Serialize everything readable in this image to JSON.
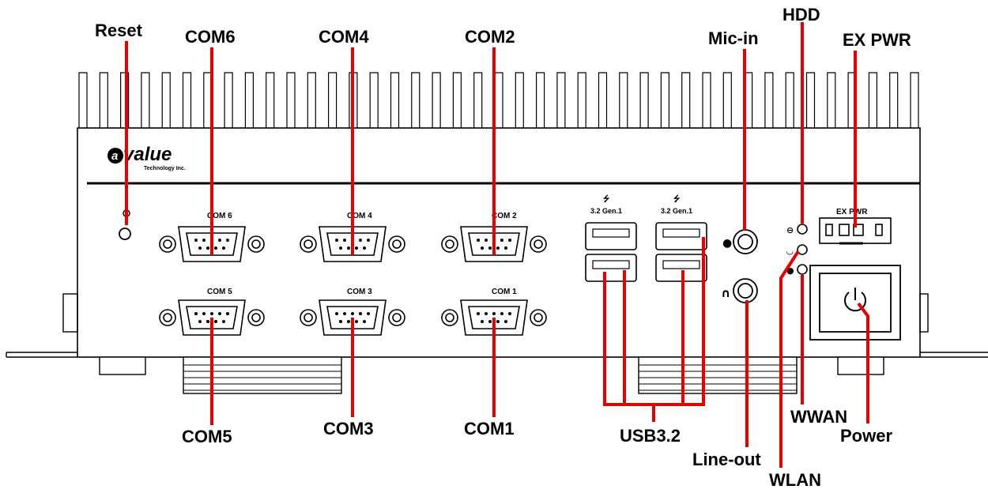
{
  "brand": {
    "logo_word": "value",
    "logo_sub": "Technology Inc.",
    "logo_mark": "a"
  },
  "panel_text": {
    "com1": "COM 1",
    "com2": "COM 2",
    "com3": "COM 3",
    "com4": "COM 4",
    "com5": "COM 5",
    "com6": "COM 6",
    "usb_left": "3.2 Gen.1",
    "usb_right": "3.2 Gen.1",
    "ex_pwr": "EX PWR"
  },
  "callouts": {
    "reset": "Reset",
    "com6": "COM6",
    "com4": "COM4",
    "com2": "COM2",
    "mic_in": "Mic-in",
    "hdd": "HDD",
    "ex_pwr": "EX PWR",
    "com5": "COM5",
    "com3": "COM3",
    "com1": "COM1",
    "usb": "USB3.2",
    "line_out": "Line-out",
    "wwan": "WWAN",
    "power": "Power",
    "wlan": "WLAN"
  },
  "colors": {
    "leader_line": "#e60000",
    "outline": "#000000",
    "background": "#ffffff"
  },
  "icons": [
    "reset-icon",
    "usb-icon",
    "hdd-led-icon",
    "wlan-led-icon",
    "wwan-led-icon",
    "mic-icon",
    "headphone-icon",
    "power-icon"
  ]
}
